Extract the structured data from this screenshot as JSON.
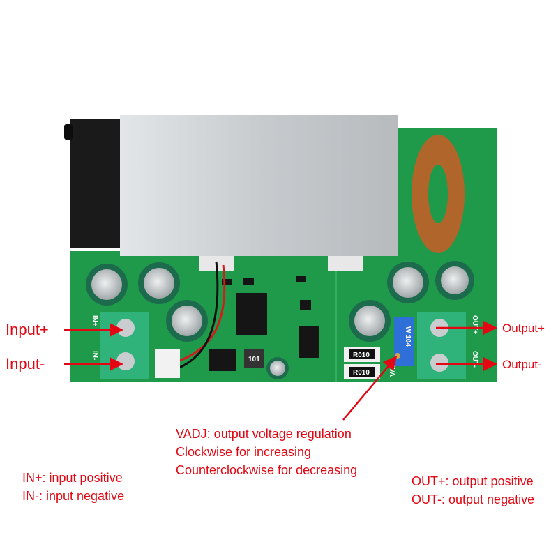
{
  "labels": {
    "input_plus": "Input+",
    "input_minus": "Input-",
    "output_plus": "Output+",
    "output_minus": "Output-"
  },
  "board_markings": {
    "in_plus": "IN+",
    "in_minus": "IN-",
    "out_plus": "OUT+",
    "out_minus": "OUT-",
    "resistor_1": "R010",
    "resistor_2": "R010",
    "pot": "W 104",
    "vadj": "VADJ",
    "inductor_small": "101"
  },
  "vadj_note": [
    "VADJ: output voltage regulation",
    "Clockwise for increasing",
    "Counterclockwise for decreasing"
  ],
  "input_legend": [
    "IN+: input positive",
    "IN-: input negative"
  ],
  "output_legend": [
    "OUT+: output positive",
    "OUT-: output negative"
  ],
  "colors": {
    "annotation": "#e30613",
    "pcb": "#1f9a4a",
    "terminal": "#2fb37a",
    "heatsink": "#cfd3d6"
  }
}
